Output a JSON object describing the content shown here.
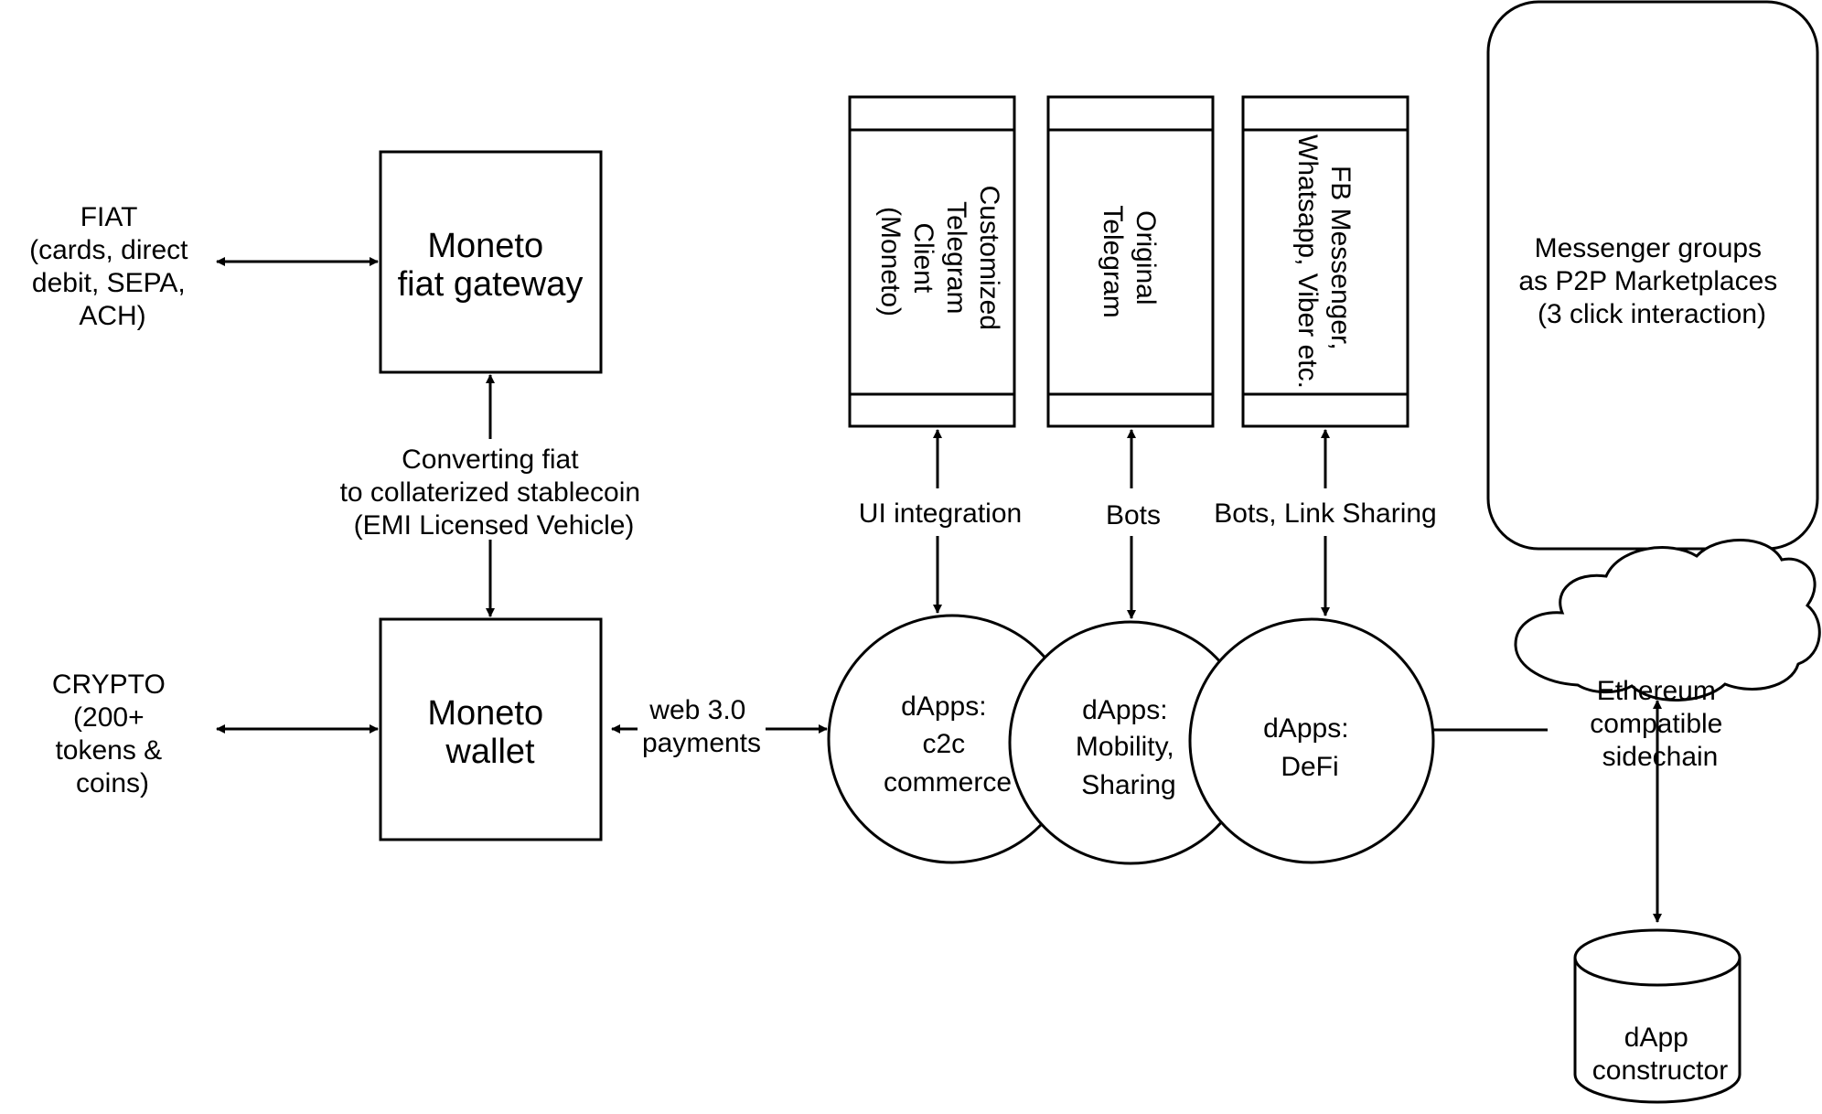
{
  "fiat": {
    "lines": [
      "FIAT",
      "(cards, direct",
      "debit, SEPA,",
      "ACH)"
    ]
  },
  "crypto": {
    "lines": [
      "CRYPTO",
      "(200+",
      "tokens &",
      "coins)"
    ]
  },
  "fiat_gateway": {
    "lines": [
      "Moneto",
      "fiat gateway"
    ]
  },
  "wallet": {
    "lines": [
      "Moneto",
      "wallet"
    ]
  },
  "converting": {
    "lines": [
      "Converting fiat",
      "to collaterized stablecoin",
      "(EMI Licensed Vehicle)"
    ]
  },
  "web3": {
    "lines": [
      "web 3.0",
      "payments"
    ]
  },
  "clients": [
    {
      "lines": [
        "Customized",
        "Telegram",
        "Client",
        "(Moneto)"
      ]
    },
    {
      "lines": [
        "Original",
        "Telegram"
      ]
    },
    {
      "lines": [
        "FB Messenger,",
        "Whatsapp, Viber etc."
      ]
    }
  ],
  "connectors": [
    "UI integration",
    "Bots",
    "Bots, Link Sharing"
  ],
  "marketplaces": {
    "lines": [
      "Messenger groups",
      "as P2P Marketplaces",
      "(3 click interaction)"
    ]
  },
  "dapps": [
    {
      "lines": [
        "dApps:",
        "c2c",
        "commerce"
      ]
    },
    {
      "lines": [
        "dApps:",
        "Mobility,",
        "Sharing"
      ]
    },
    {
      "lines": [
        "dApps:",
        "DeFi"
      ]
    }
  ],
  "sidechain": {
    "lines": [
      "Ethereum",
      "compatible",
      "sidechain"
    ]
  },
  "constructor": {
    "lines": [
      "dApp",
      "constructor"
    ]
  }
}
